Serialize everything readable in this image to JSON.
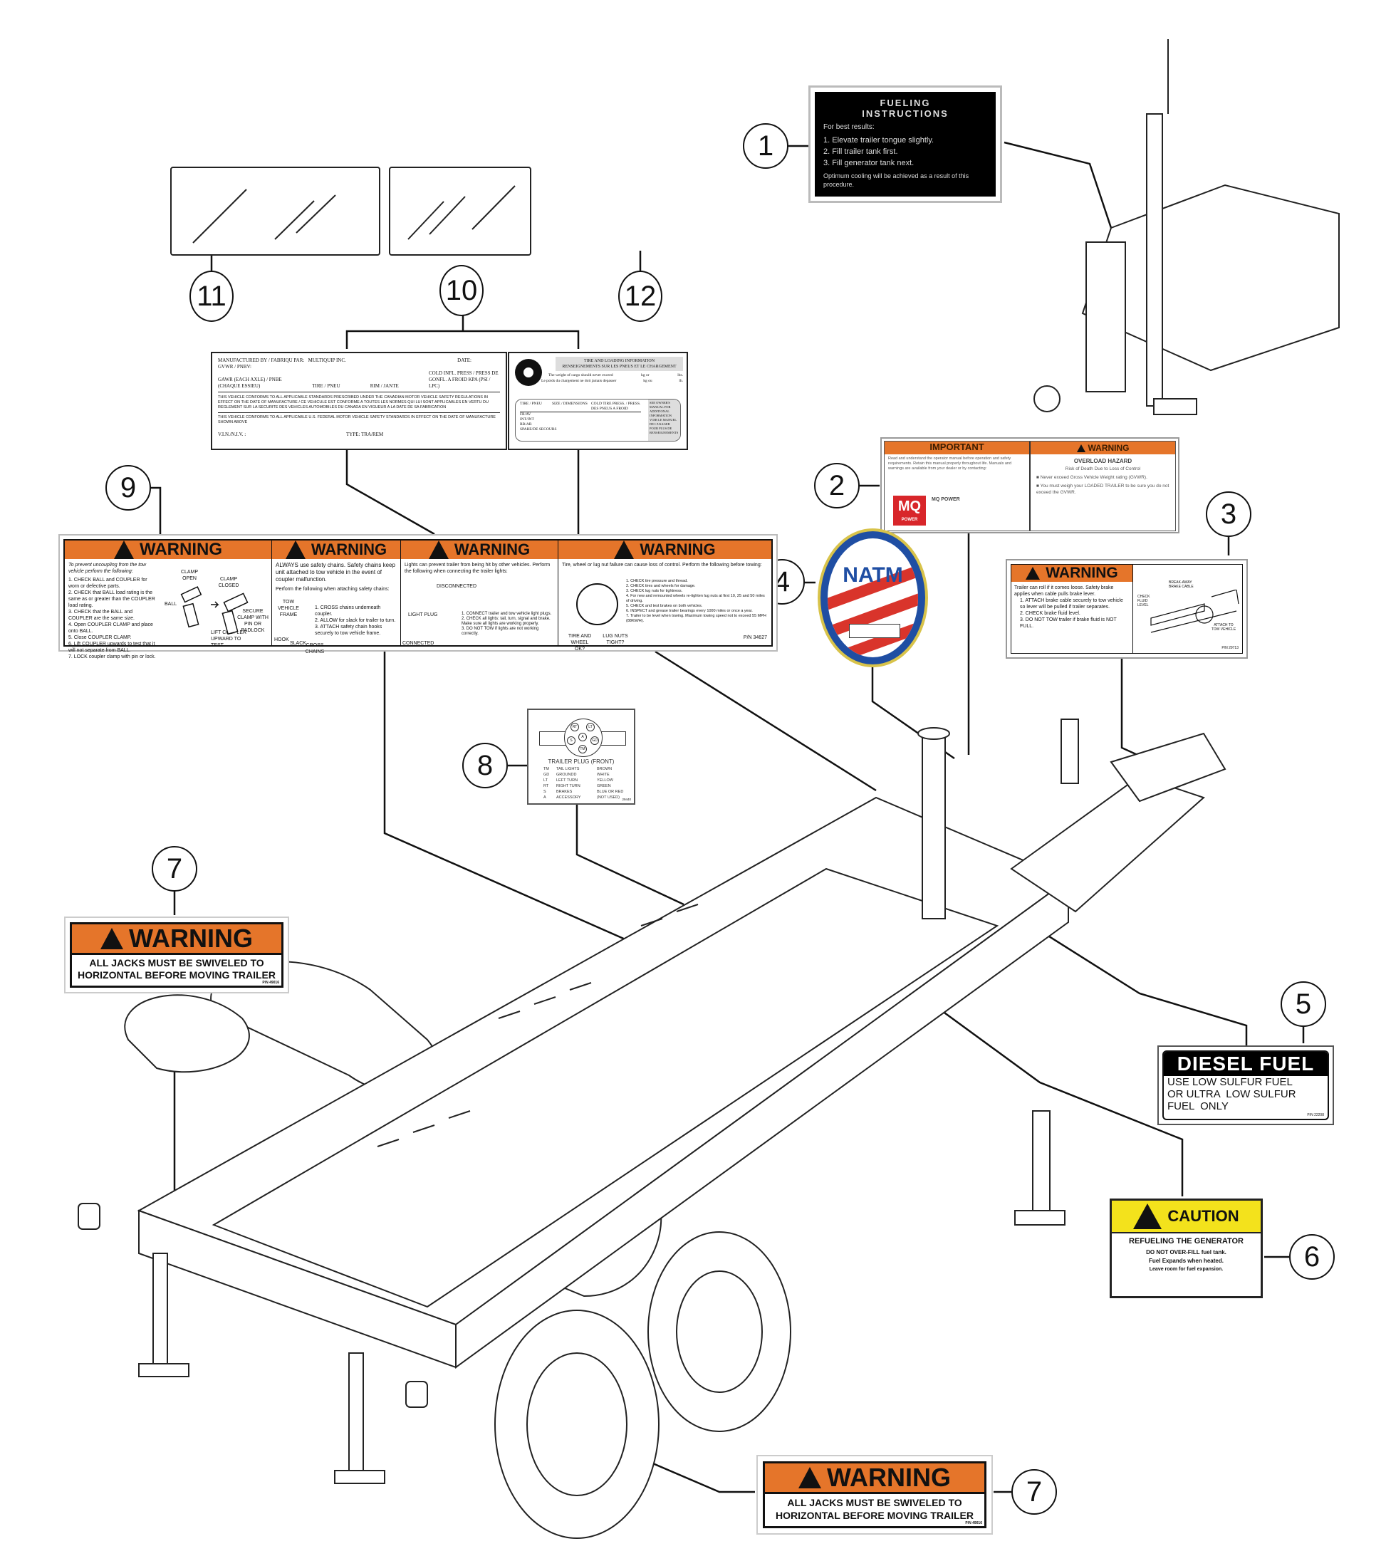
{
  "callouts": {
    "c1": "1",
    "c2": "2",
    "c3": "3",
    "c4": "4",
    "c5": "5",
    "c6": "6",
    "c7a": "7",
    "c7b": "7",
    "c8": "8",
    "c9": "9",
    "c10": "10",
    "c11": "11",
    "c12": "12"
  },
  "decal1": {
    "title1": "FUELING",
    "title2": "INSTRUCTIONS",
    "intro": "For best results:",
    "steps": [
      "1. Elevate trailer tongue slightly.",
      "2. Fill trailer tank first.",
      "3. Fill generator tank next."
    ],
    "note": "Optimum cooling will be achieved as a result of this procedure."
  },
  "decal2": {
    "left_header": "IMPORTANT",
    "left_text": "Read and understand the operator manual before operation and safety requirements. Retain this manual properly throughout life. Manuals and warnings are available from your dealer or by contacting:",
    "company": "MQ POWER",
    "logo": "MQ",
    "logo_sub": "POWER",
    "right_header": "WARNING",
    "right_title": "OVERLOAD HAZARD",
    "right_sub": "Risk of Death Due to Loss of Control",
    "bullets": [
      "Never exceed Gross Vehicle Weight rating (GVWR).",
      "You must weigh your LOADED TRAILER to be sure you do not exceed the GVWR."
    ]
  },
  "decal3": {
    "header": "WARNING",
    "intro": "Trailer can roll if it comes loose. Safety brake applies when cable pulls brake lever.",
    "steps": [
      "1. ATTACH brake cable securely to tow vehicle so lever will be pulled if trailer separates.",
      "2. CHECK brake fluid level.",
      "3. DO NOT TOW trailer if brake fluid is NOT FULL."
    ],
    "labels": [
      "BREAK-AWAY BRAKE CABLE",
      "CHECK FLUID LEVEL",
      "ATTACH TO TOW VEHICLE"
    ],
    "pn": "P/N 29713"
  },
  "decal4": {
    "title": "NATM"
  },
  "decal5": {
    "header": "DIESEL FUEL",
    "lines": [
      "USE LOW SULFUR FUEL",
      "OR ULTRA  LOW SULFUR",
      "FUEL  ONLY"
    ],
    "pn": "P/N 22208"
  },
  "decal6": {
    "header": "CAUTION",
    "title": "REFUELING THE GENERATOR",
    "lines": [
      "DO NOT OVER-FILL fuel tank.",
      "Fuel Expands when heated.",
      "Leave room for fuel expansion."
    ]
  },
  "decal7": {
    "header": "WARNING",
    "line1": "ALL JACKS MUST BE SWIVELED TO",
    "line2": "HORIZONTAL BEFORE MOVING TRAILER",
    "pn": "P/N 49016"
  },
  "decal8": {
    "pins": [
      "RT",
      "LT",
      "A",
      "S",
      "GD",
      "TM"
    ],
    "title": "TRAILER PLUG (FRONT)",
    "rows": [
      [
        "TM",
        "TAIL LIGHTS",
        "BROWN"
      ],
      [
        "GD",
        "GROUNDD",
        "WHITE"
      ],
      [
        "LT",
        "LEFT TURN",
        "YELLOW"
      ],
      [
        "RT",
        "RIGHT TURN",
        "GREEN"
      ],
      [
        "S",
        "BRAKES",
        "BLUE OR RED"
      ],
      [
        "A",
        "ACCESSORY",
        "(NOT USED)"
      ]
    ],
    "pn": "29440"
  },
  "decal9": {
    "header": "WARNING",
    "panels": [
      {
        "intro": "To prevent uncoupling from the tow vehicle perform the following:",
        "steps": [
          "1. CHECK BALL and COUPLER for worn or defective parts.",
          "2. CHECK that BALL load rating is the same as or greater than the COUPLER load rating.",
          "3. CHECK that the BALL and COUPLER are the same size.",
          "4. Open COUPLER CLAMP and place onto BALL.",
          "5. Close COUPLER CLAMP.",
          "6. Lift COUPLER upwards to test that it will not separate from BALL.",
          "7. LOCK coupler clamp with pin or lock."
        ],
        "labels": [
          "CLAMP OPEN",
          "BALL",
          "CLAMP CLOSED",
          "SECURE CLAMP WITH PIN OR PADLOCK",
          "LIFT COUPLER UPWARD TO TEST."
        ]
      },
      {
        "intro": "ALWAYS use safety chains. Safety chains keep unit attached to tow vehicle in the event of coupler malfunction.",
        "sub": "Perform the following when attaching safety chains:",
        "steps": [
          "1. CROSS chains underneath coupler.",
          "2. ALLOW for slack for trailer to turn.",
          "3. ATTACH safety chain hooks securely to tow vehicle frame."
        ],
        "labels": [
          "TOW VEHICLE FRAME",
          "HOOK",
          "SLACK",
          "CROSS CHAINS"
        ]
      },
      {
        "intro": "Lights can prevent trailer from being hit by other vehicles. Perform the following when connecting the trailer lights:",
        "steps": [
          "1. CONNECT trailer and tow vehicle light plugs.",
          "2. CHECK all lights: tail, turn, signal and brake. Make sure all lights are working properly.",
          "3. DO NOT TOW if lights are not working correctly."
        ],
        "labels": [
          "DISCONNECTED",
          "LIGHT PLUG",
          "CONNECTED"
        ]
      },
      {
        "intro": "Tire, wheel or lug nut failure can cause loss of control. Perform the following before towing:",
        "steps": [
          "1. CHECK tire pressure and thread.",
          "2. CHECK tires and wheels for damage.",
          "3. CHECK lug nuts for tightness.",
          "4. For new and remounted wheels re-tighten lug nuts at first 10, 25 and 50 miles of driving.",
          "5. CHECK and test brakes on both vehicles.",
          "6. INSPECT and grease trailer bearings every 1000 miles or once a year.",
          "7. Trailer to be level when towing. Maximum towing speed not to exceed 55 MPH (88KM/H)."
        ],
        "labels": [
          "TIRE AND WHEEL OK?",
          "LUG NUTS TIGHT?"
        ],
        "pn": "P/N 34627"
      }
    ]
  },
  "decal10": {
    "left": {
      "row1": [
        "MANUFACTURED BY / FABRIQU PAR:",
        "MULTIQUIP INC.",
        "DATE:"
      ],
      "gvwr": "GVWR / PNBV:",
      "gawr": "GAWR (EACH AXLE) / PNBE (CHAQUE ESSIEU)",
      "tire": "TIRE / PNEU",
      "rim": "RIM / JANTE",
      "cold": "COLD INFL. PRESS / PRESS DE GONFL. A FROID KPA (PSI / LPC)",
      "canada": "THIS VEHICLE CONFORMS TO ALL APPLICABLE STANDARDS PRESCRIBED UNDER THE CANADIAN MOTOR VEHICLE SAFETY REGULATIONS IN EFFECT ON THE DATE OF MANUFACTURE / CE VEHICULE EST CONFORME A TOUTES LES NORMES QUI LUI SONT APPLICABLES EN VERTU DU REGLEMENT SUR LA SECURITE DES VEHICLES AUTOMOBILES DU CANADA EN VIGUEUR A LA DATE DE SA FABRICATION",
      "us": "THIS VEHICLE CONFORMS TO ALL APPLICABLE U.S. FEDERAL MOTOR VEHICLE SAFETY STANDARDS IN EFFECT ON THE DATE OF MANUFACTURE SHOWN ABOVE",
      "vin": "V.I.N./N.I.V. :",
      "type": "TYPE: TRA/REM"
    },
    "right": {
      "title1": "TIRE AND LOADING INFORMATION",
      "title2": "RENSEIGNEMENTS SUR LES PNEUS ET LE CHARGEMENT",
      "weight_en": "The weight of cargo should never exceed",
      "weight_fr": "Le poids du chargement ne doit jamais depasser",
      "units": [
        "kg or",
        "lbs.",
        "kg ou",
        "lb."
      ],
      "cols": [
        "TIRE / PNEU",
        "SIZE / DIMENSIONS",
        "COLD TIRE PRESS. / PRESS. DES PNEUS A FROID"
      ],
      "rows": [
        "FR/AV",
        "INT/INT",
        "RR/AR",
        "SPARE/DE SECOURS"
      ],
      "side": "SEE OWNER'S MANUAL FOR ADDITIONAL INFORMATION VOIR LE MANUEL DE L'USAGER POUR PLUS DE RENSEIGNEMENTS"
    }
  },
  "colors": {
    "warning_orange": "#e5752a",
    "caution_yellow": "#f3e21c",
    "natm_blue": "#1f4ea3",
    "natm_red": "#d9342b",
    "mq_red": "#d8262a"
  }
}
